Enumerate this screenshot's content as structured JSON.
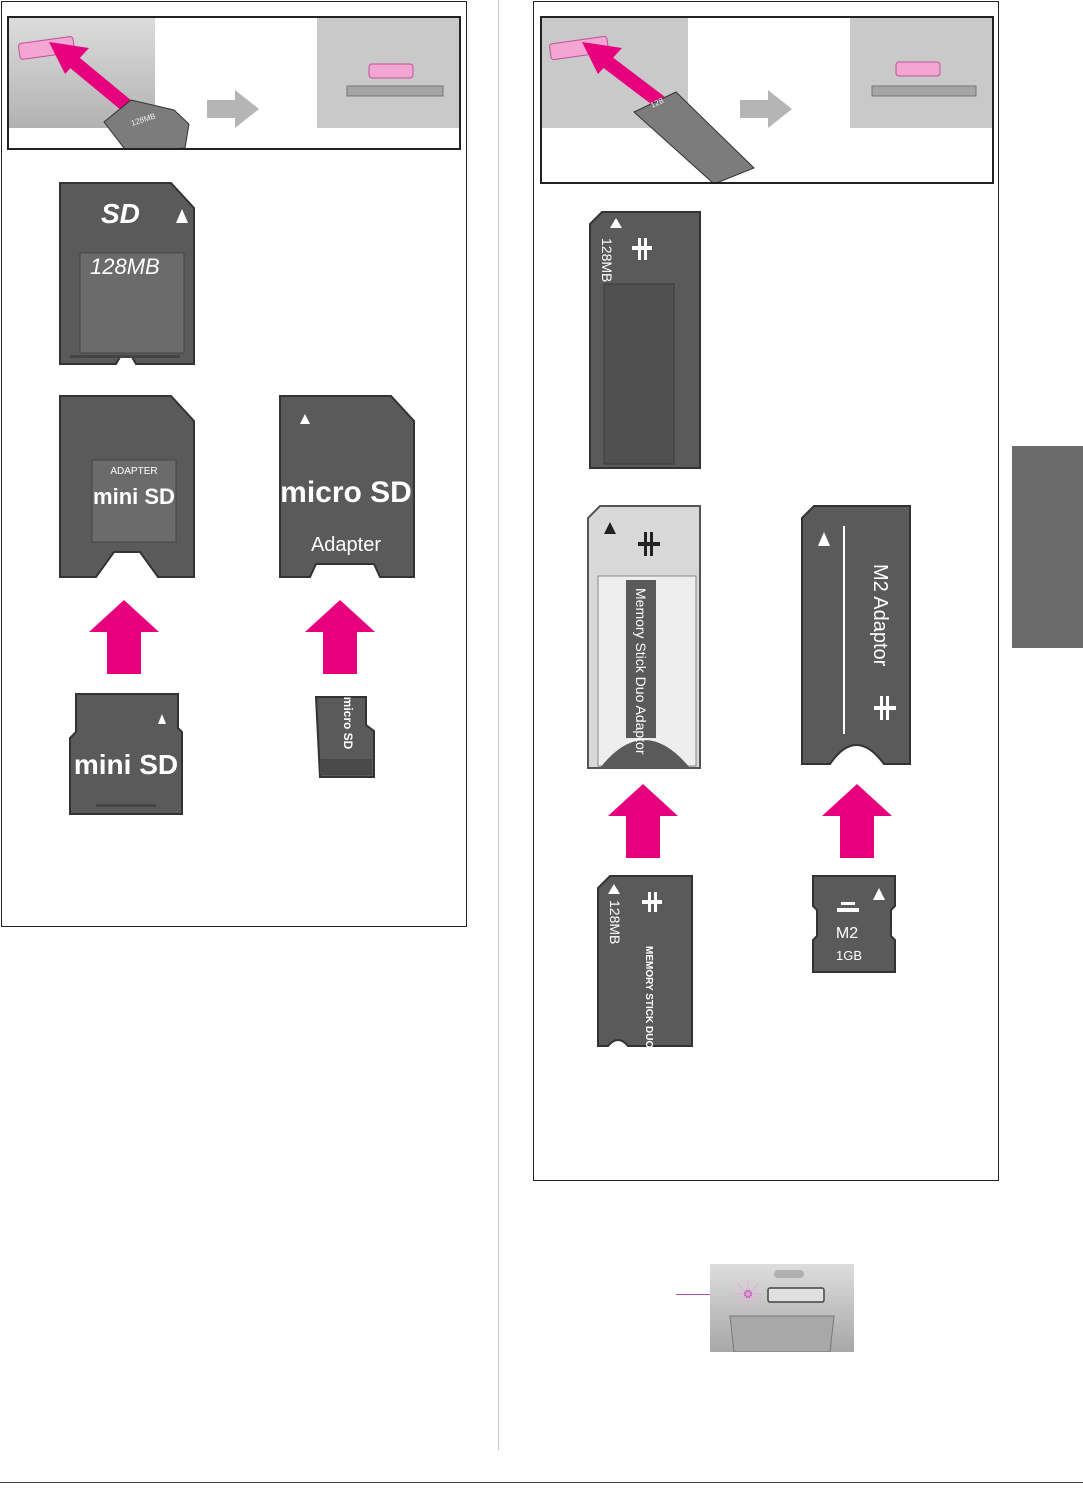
{
  "sd_panel": {
    "sd_card": {
      "brand": "SD",
      "capacity": "128MB"
    },
    "minisd_adapter": {
      "label": "ADAPTER",
      "brand": "mini SD"
    },
    "microsd_adapter": {
      "brand": "micro SD",
      "label": "Adapter"
    },
    "minisd_card": {
      "brand": "mini SD"
    },
    "microsd_card": {
      "brand": "micro SD"
    },
    "insert_card_capacity": "128MB"
  },
  "ms_panel": {
    "memory_stick": {
      "capacity": "128MB"
    },
    "ms_duo_adaptor": {
      "label": "Memory Stick Duo Adaptor"
    },
    "m2_adaptor": {
      "label": "M2 Adaptor"
    },
    "ms_duo_card": {
      "capacity": "128MB",
      "label": "MEMORY STICK DUO"
    },
    "m2_card": {
      "brand": "M2",
      "capacity": "1GB"
    },
    "insert_card_capacity": "128"
  },
  "colors": {
    "accent": "#e6007e",
    "card": "#5a5a5a",
    "photo_bg": "#c9c9c9",
    "tab": "#6b6b6b"
  },
  "icons": [
    "insert-arrow-icon",
    "next-step-arrow-icon",
    "up-arrow-icon",
    "memory-stick-logo-icon",
    "indicator-light-icon"
  ]
}
